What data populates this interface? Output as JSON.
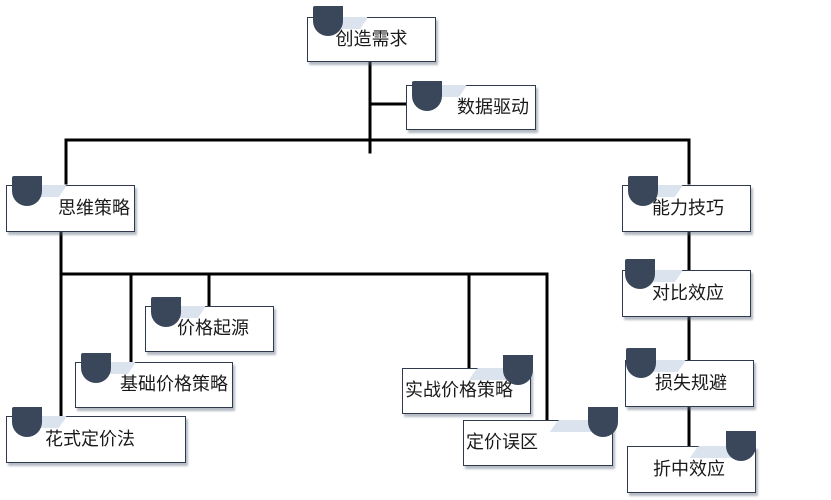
{
  "colors": {
    "connector": "#000000",
    "node_border": "#2f3b4c",
    "node_background": "#ffffff",
    "badge": "#3a475b",
    "tab": "#dbe3ee"
  },
  "diagram": {
    "root": "创造需求",
    "root_note": "数据驱动",
    "thinking": {
      "label": "思维策略",
      "children": [
        "价格起源",
        "基础价格策略",
        "花式定价法",
        "实战价格策略",
        "定价误区"
      ]
    },
    "skills": {
      "label": "能力技巧",
      "children": [
        "对比效应",
        "损失规避",
        "折中效应"
      ]
    }
  }
}
